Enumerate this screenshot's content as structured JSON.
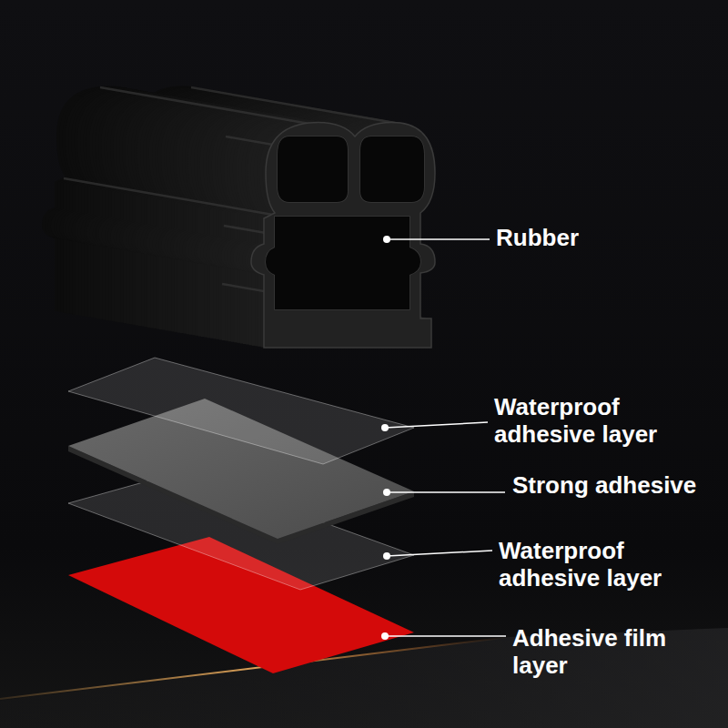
{
  "diagram": {
    "labels": [
      "Rubber",
      "Waterproof adhesive layer",
      "Strong adhesive",
      "Waterproof adhesive layer",
      "Adhesive film layer"
    ]
  }
}
